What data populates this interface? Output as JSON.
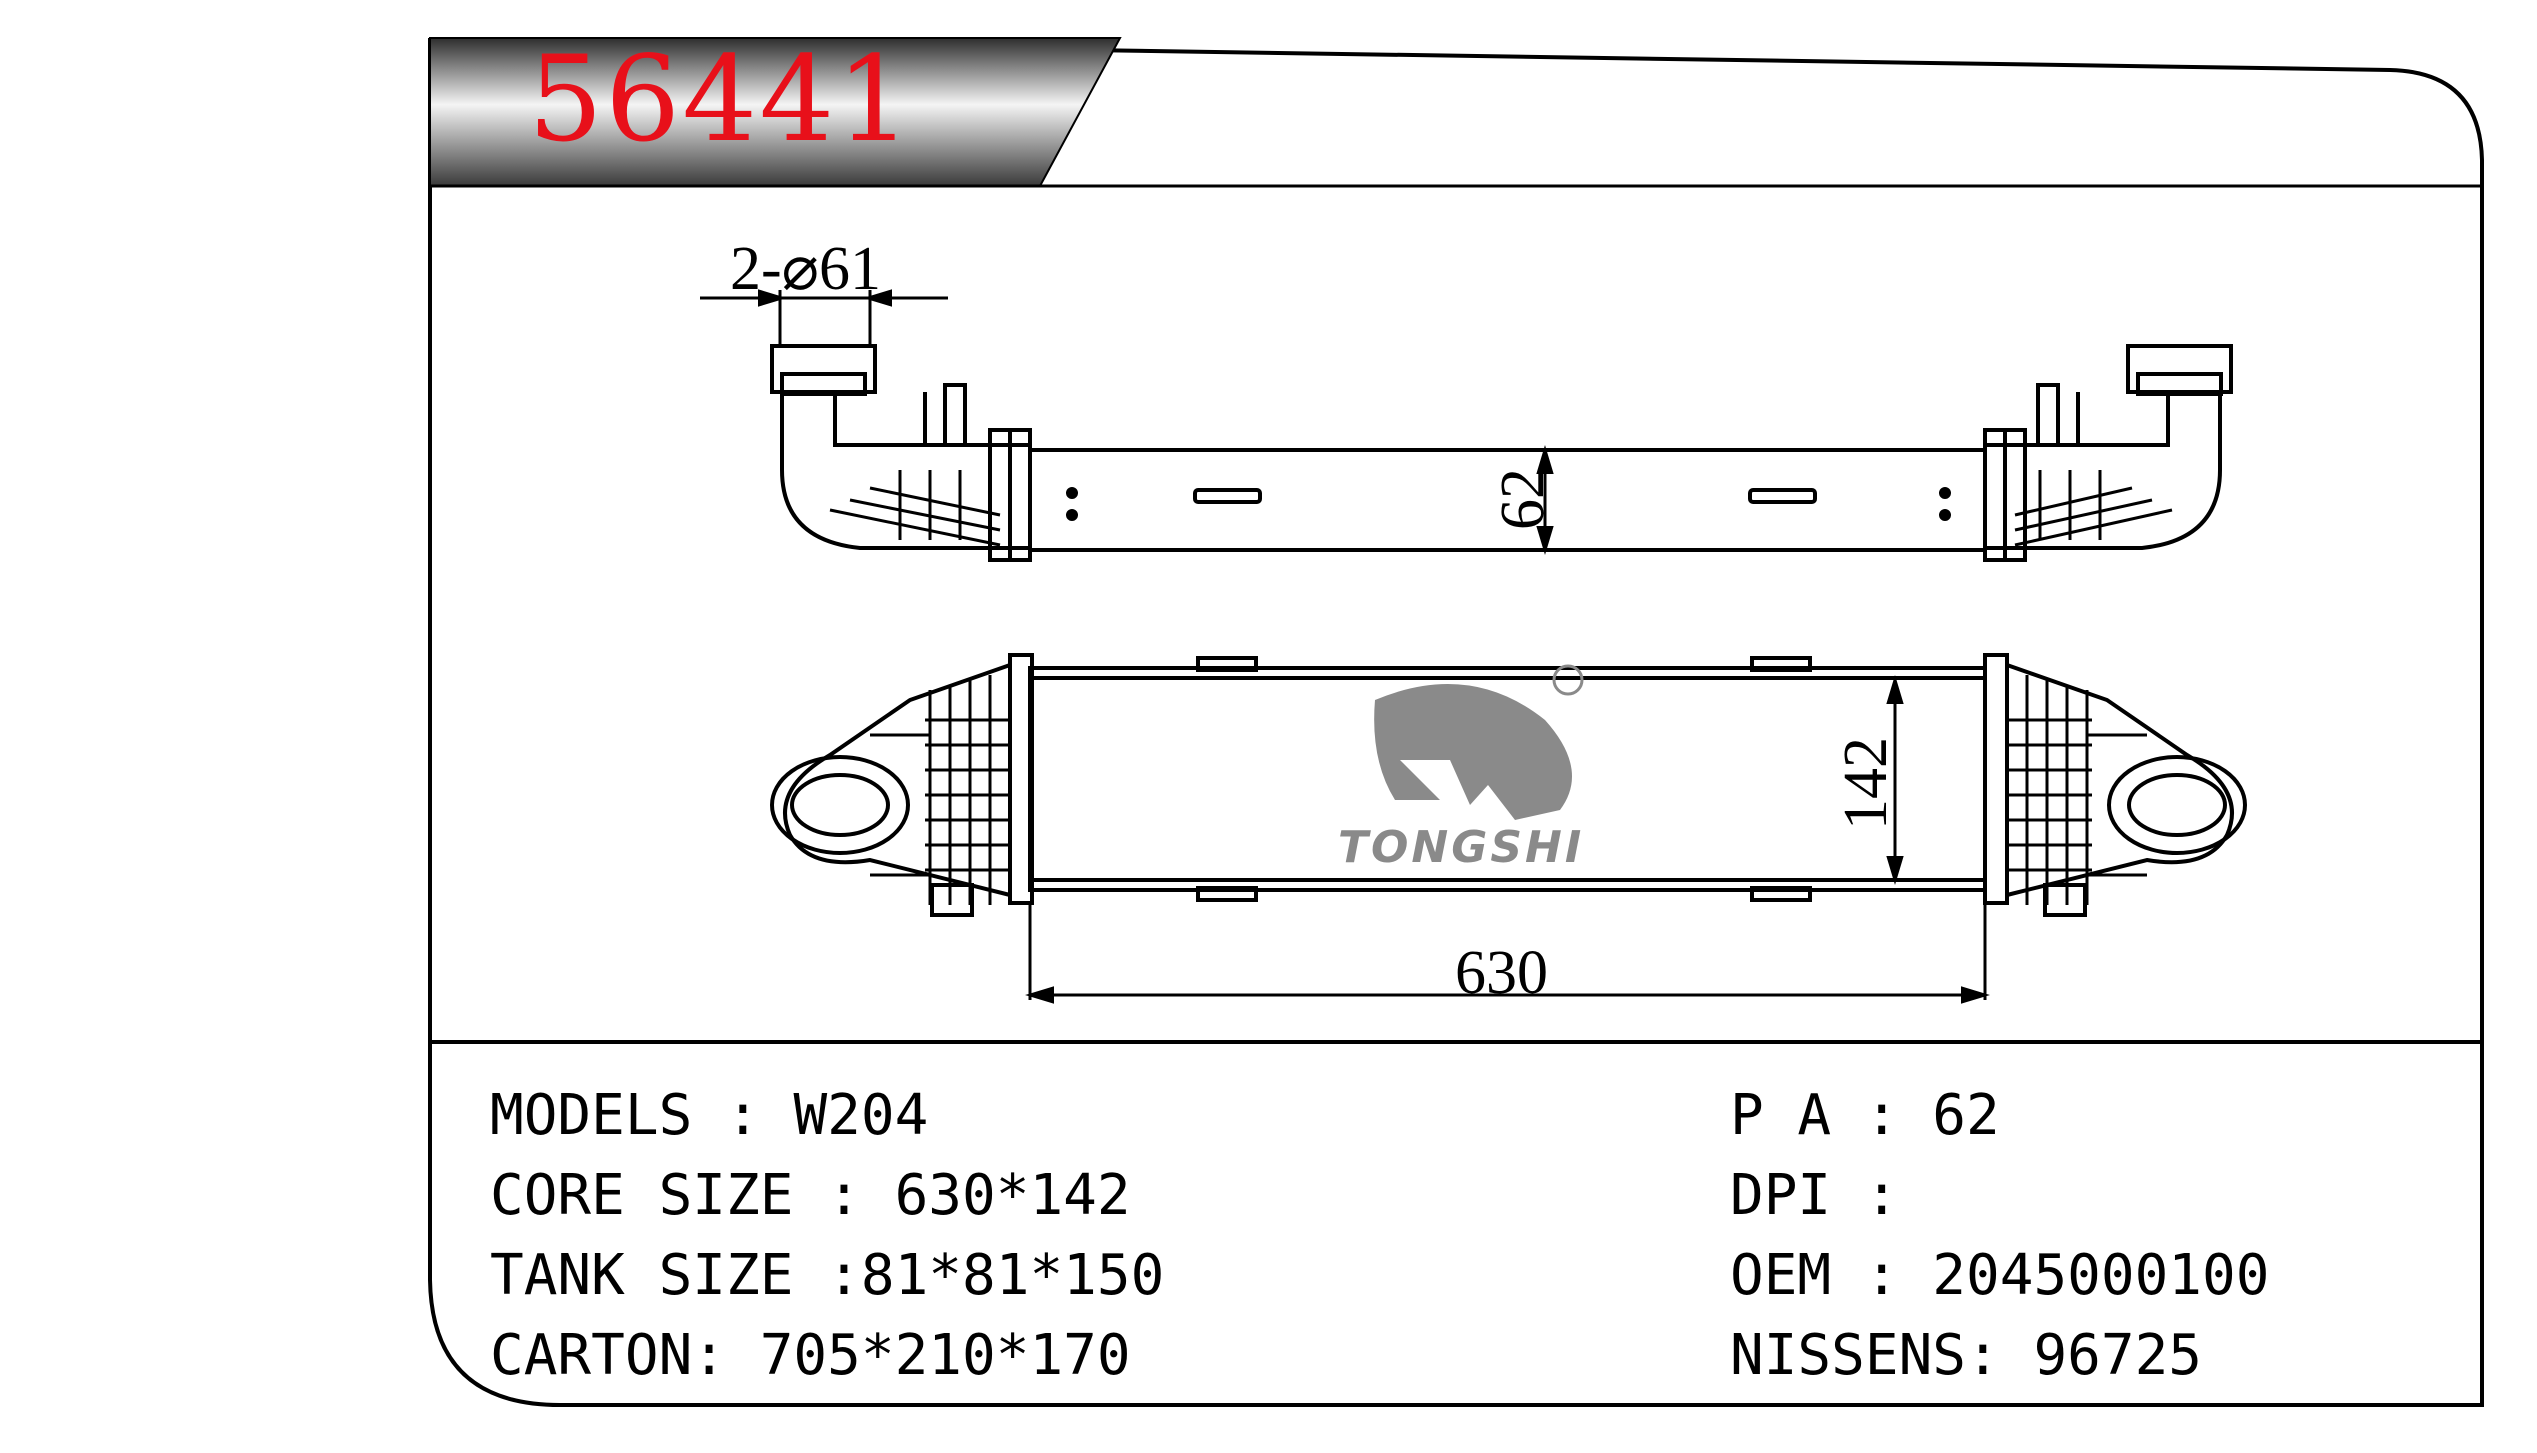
{
  "header": {
    "part_number": "56441"
  },
  "drawing": {
    "inlet_dimension": "2-⌀61",
    "thickness_dimension": "62",
    "height_dimension": "142",
    "width_dimension": "630"
  },
  "brand": {
    "name": "TONGSHI",
    "registered_mark": "®",
    "logo_color": "#8a8a8a"
  },
  "specs": {
    "left": [
      {
        "label": "MODELS : ",
        "value": "W204"
      },
      {
        "label": "CORE SIZE : ",
        "value": "630*142"
      },
      {
        "label": "TANK SIZE :",
        "value": "81*81*150"
      },
      {
        "label": "CARTON: ",
        "value": "705*210*170"
      }
    ],
    "right": [
      {
        "label": "P A : ",
        "value": "62"
      },
      {
        "label": "DPI : ",
        "value": ""
      },
      {
        "label": "OEM : ",
        "value": "2045000100"
      },
      {
        "label": "NISSENS: ",
        "value": "96725"
      }
    ]
  },
  "colors": {
    "part_number": "#e8101a",
    "line": "#000000",
    "header_band": "#555555"
  }
}
